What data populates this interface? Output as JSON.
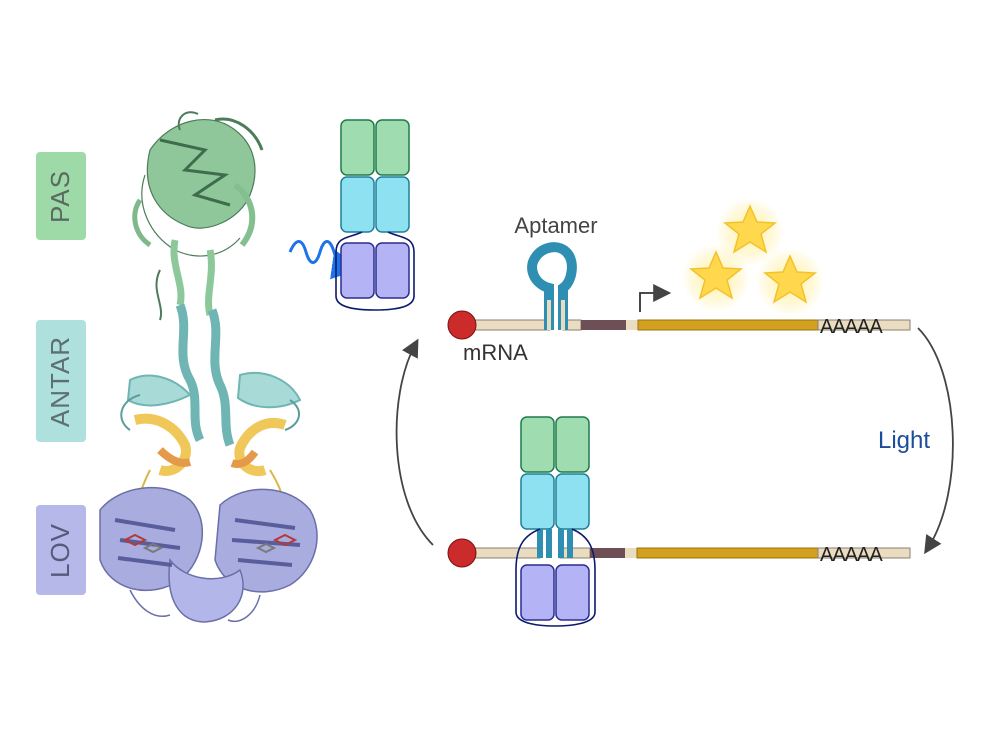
{
  "domains": [
    {
      "label": "PAS",
      "color": "#9ed9a8"
    },
    {
      "label": "ANTAR",
      "color": "#aee0de"
    },
    {
      "label": "LOV",
      "color": "#b6b8ea"
    }
  ],
  "labels": {
    "aptamer": "Aptamer",
    "mrna": "mRNA",
    "polya_top": "AAAAA",
    "polya_bottom": "AAAAA",
    "light": "Light"
  },
  "colors": {
    "pas": "#9fdcaf",
    "antar": "#8ee1f0",
    "lov": "#b3b3f5",
    "outline_blue": "#0d1a6e",
    "cap": "#cc2b2b",
    "coding": "#d4a01f",
    "utr": "#e9dcc0",
    "dark_segment": "#6d4f55",
    "light_text": "#1c4c9c",
    "star": "#ffd84d",
    "photon": "#1e73e6"
  },
  "icons": [
    "photon-wave-icon",
    "star-icon",
    "transcription-arrow-icon",
    "cycle-arrow-icon"
  ]
}
